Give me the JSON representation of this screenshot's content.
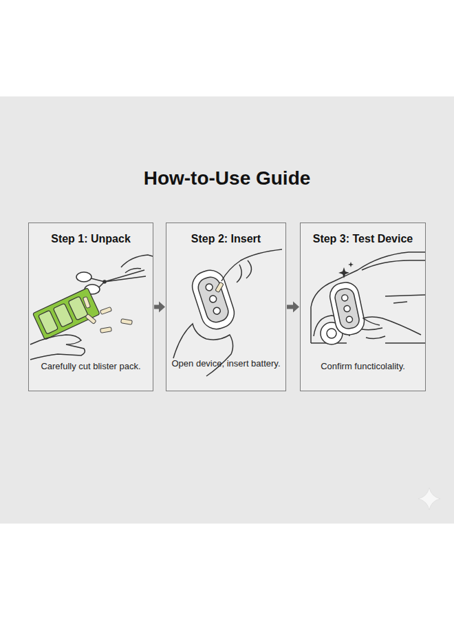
{
  "diagram": {
    "title": "How-to-Use Guide",
    "nodes": [
      {
        "text": [
          "Step 1: Unpack",
          "Carefully cut blister pack."
        ]
      },
      {
        "text": [
          "Step 2: Insert",
          "Open device, insert battery."
        ]
      },
      {
        "text": [
          "Step 3: Test Device",
          "Confirm functicolality."
        ]
      }
    ],
    "edges": [
      {
        "from": 0,
        "to": 1,
        "arrow": "to"
      },
      {
        "from": 1,
        "to": 2,
        "arrow": "to"
      }
    ]
  }
}
